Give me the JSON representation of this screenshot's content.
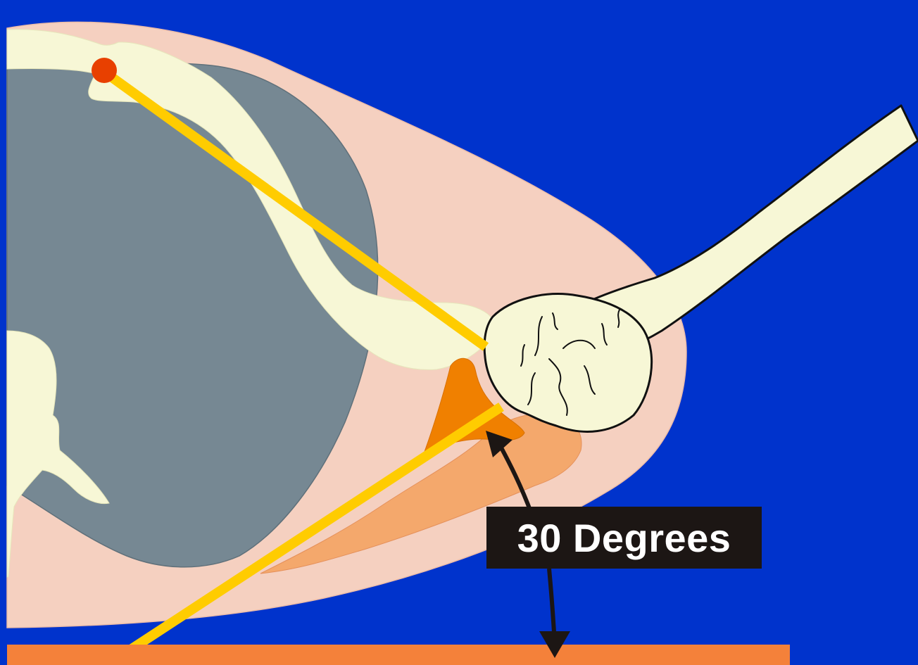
{
  "diagram": {
    "angle_label": "30 Degrees",
    "colors": {
      "background": "#0033cc",
      "soft_tissue": "#f5d0c0",
      "bone": "#f7f7d6",
      "lung": "#768893",
      "muscle": "#f4a86c",
      "tendon": "#f08000",
      "reference_line": "#ffcc00",
      "marker_dot": "#e84000",
      "floor": "#f4813a",
      "arrow": "#1c1614",
      "label_bg": "#1c1614",
      "label_text": "#ffffff"
    },
    "parts": [
      "soft-tissue-outline",
      "lung-shadow",
      "clavicle-bone",
      "vertebra-bone",
      "humerus-bone",
      "humeral-head",
      "muscle-wedge",
      "tendon-spur",
      "upper-reference-line",
      "lower-reference-line",
      "landmark-dot",
      "angle-arrow",
      "floor-bar"
    ]
  }
}
